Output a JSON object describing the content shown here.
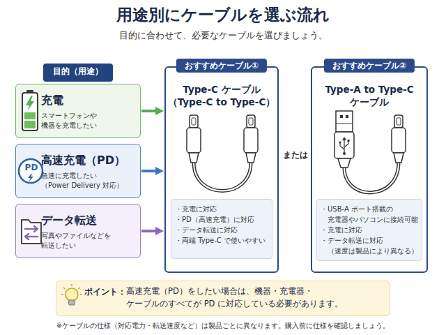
{
  "diagram": {
    "title": "用途別にケーブルを選ぶ流れ",
    "caption": "※ケーブルの仕様（対応電力・転送速度など）は製品ごとに異なります。購入前に仕様を確認しましょう。",
    "nodes": [
      {
        "text": [
          "目的（用途）"
        ]
      },
      {
        "text": [
          "充電",
          "スマートフォンや 機器を充電したい"
        ]
      },
      {
        "text": [
          "高速充電（PD）",
          "急速に充電したい （Power Delivery 対応）"
        ]
      },
      {
        "text": [
          "データ転送",
          "写真やファイルなどを 転送したい"
        ]
      },
      {
        "text": [
          "おすすめケーブル①",
          "Type-C ケーブル （Type-C to Type-C）"
        ]
      },
      {
        "text": [
          "・充電に対応",
          "・PD（高速充電）に対応",
          "・データ転送に対応",
          "・両端 Type-C で使いやすい"
        ],
        "in": 4
      },
      {
        "text": [
          "おすすめケーブル②",
          "Type-A to Type-C ケーブル"
        ]
      },
      {
        "text": [
          "・USB-A ポート搭載の 充電器やパソコンに接続可能",
          "・充電に対応",
          "・データ転送に対応 （速度は製品により異なる）"
        ],
        "in": 6
      },
      {
        "text": [
          "ポイント：",
          "高速充電（PD）をしたい場合は、機器・充電器・ケーブルのすべてが PD に対応している必要があります。"
        ]
      }
    ],
    "edges": [
      {
        "from": 1,
        "to": 4,
        "arrow": "to"
      },
      {
        "from": 2,
        "to": 4,
        "arrow": "to"
      },
      {
        "from": 3,
        "to": 4,
        "arrow": "to"
      }
    ],
    "labels": [
      "目的に合わせて、必要なケーブルを選びましょう。",
      "PD",
      "または"
    ]
  }
}
